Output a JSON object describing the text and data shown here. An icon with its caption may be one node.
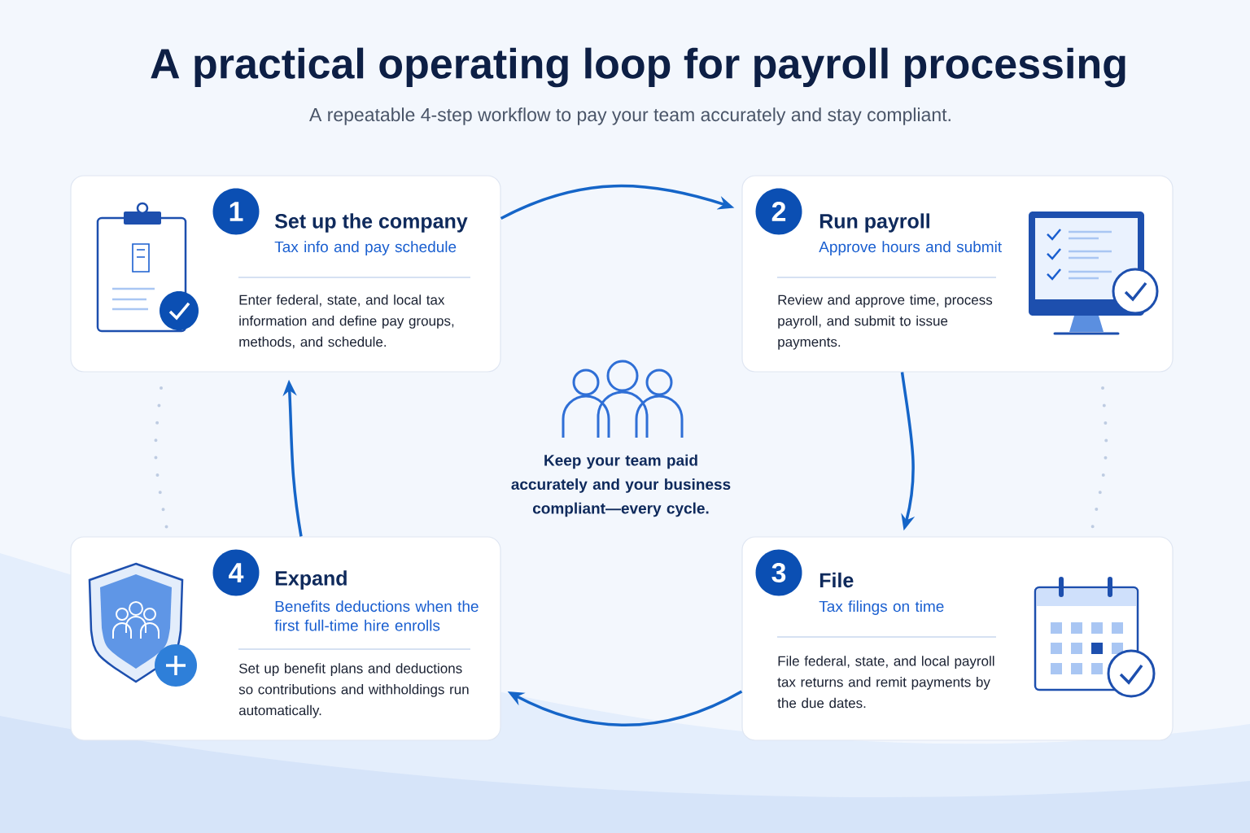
{
  "diagram": {
    "title": "A practical operating loop for payroll processing",
    "nodes": [
      {
        "text": [
          "1",
          "Set up the company",
          "Tax info and pay schedule",
          "Enter federal, state, and local tax information and define pay groups, methods, and schedule."
        ]
      },
      {
        "text": [
          "2",
          "Run payroll",
          "Approve hours and submit",
          "Review and approve time, process payroll, and submit to issue payments."
        ]
      },
      {
        "text": [
          "3",
          "File",
          "Tax filings on time",
          "File federal, state, and local payroll tax returns and remit payments by the due dates."
        ]
      },
      {
        "text": [
          "4",
          "Expand",
          "Benefits deductions when the first full-time hire enrolls",
          "Set up benefit plans and deductions so contributions and withholdings run automatically."
        ]
      }
    ],
    "edges": [
      {
        "from": 0,
        "to": 1,
        "arrow": "to"
      },
      {
        "from": 1,
        "to": 2,
        "arrow": "to"
      },
      {
        "from": 2,
        "to": 3,
        "arrow": "to"
      },
      {
        "from": 3,
        "to": 0,
        "arrow": "to"
      }
    ],
    "labels": [
      "A repeatable 4-step workflow to pay your team accurately and stay compliant.",
      "Keep your team paid accurately and your business compliant—every cycle."
    ]
  }
}
